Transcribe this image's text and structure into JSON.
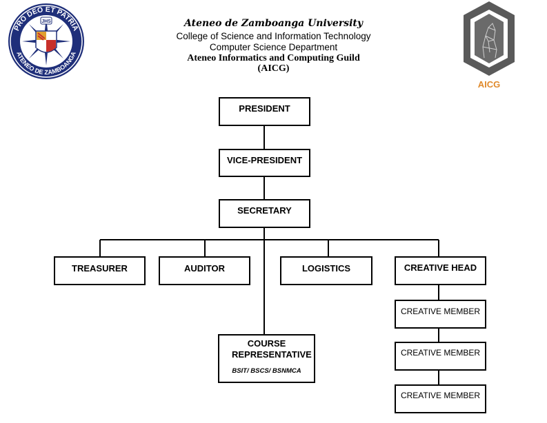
{
  "header": {
    "university": "Ateneo de Zamboanga University",
    "college": "College of Science and Information Technology",
    "department": "Computer Science Department",
    "guild": "Ateneo Informatics and Computing Guild",
    "abbr": "(AICG)"
  },
  "seal": {
    "top_text": "PRO DEO ET PATRIA",
    "bottom_text": "ATENEO DE ZAMBOANGA",
    "monogram": "JHS",
    "colors": {
      "navy": "#1f2f7a",
      "gold": "#e0a030",
      "red": "#c8302a"
    }
  },
  "aicg_logo": {
    "text": "AICG",
    "colors": {
      "gray": "#5a5a5a",
      "orange": "#e08a2c"
    }
  },
  "org": {
    "president": "PRESIDENT",
    "vice_president": "VICE-PRESIDENT",
    "secretary": "SECRETARY",
    "treasurer": "TREASURER",
    "auditor": "AUDITOR",
    "logistics": "LOGISTICS",
    "creative_head": "CREATIVE HEAD",
    "course_rep": "COURSE REPRESENTATIVE",
    "course_rep_programs": "BSIT/ BSCS/ BSNMCA",
    "creative_members": [
      "CREATIVE MEMBER",
      "CREATIVE MEMBER",
      "CREATIVE MEMBER"
    ]
  }
}
